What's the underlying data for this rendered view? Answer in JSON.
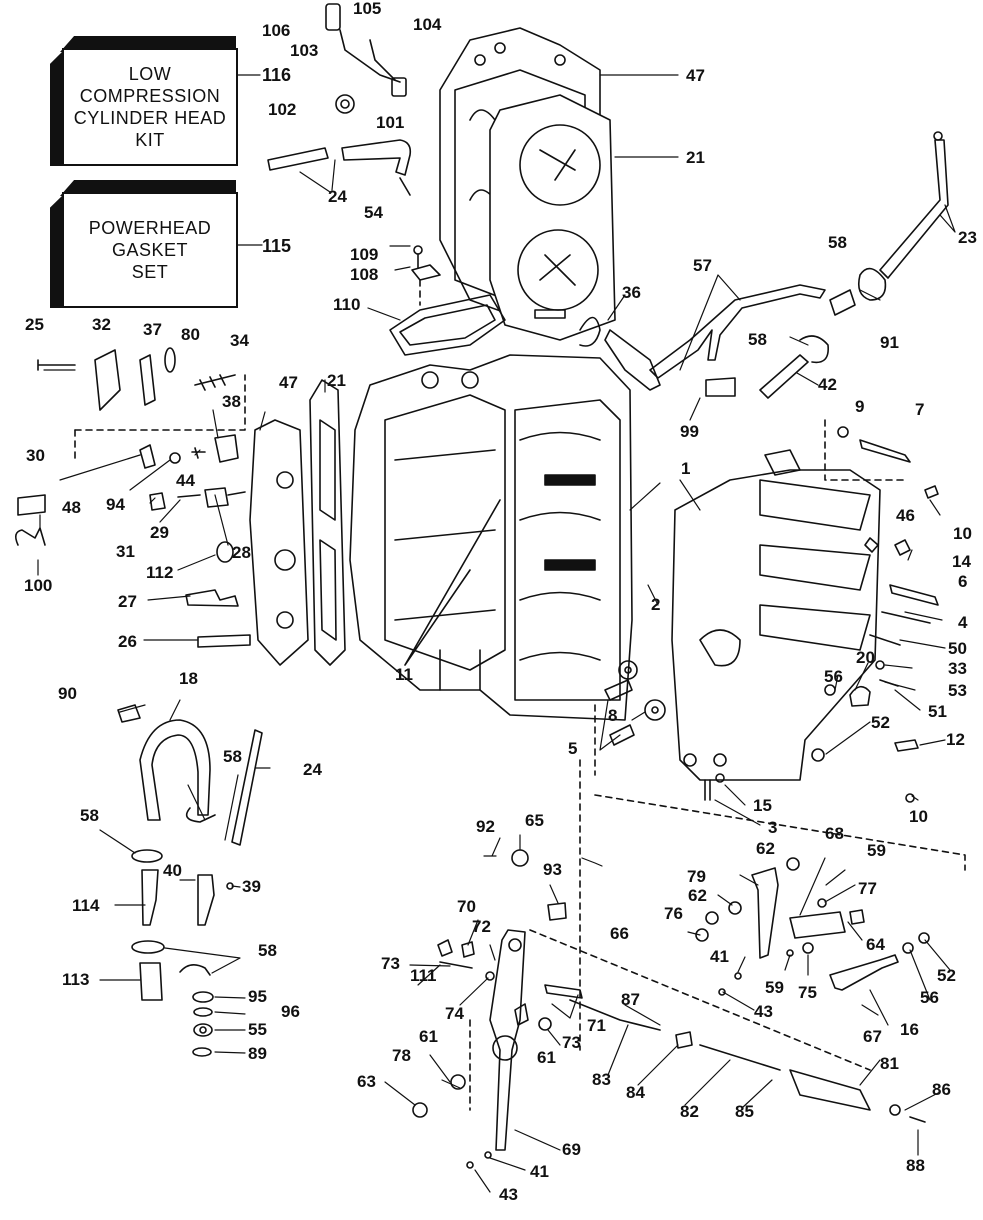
{
  "kits": {
    "low_compression": {
      "lines": [
        "LOW",
        "COMPRESSION",
        "CYLINDER HEAD",
        "KIT"
      ],
      "number": "116"
    },
    "powerhead_gasket": {
      "lines": [
        "POWERHEAD",
        "GASKET",
        "SET"
      ],
      "number": "115"
    }
  },
  "callouts": [
    {
      "id": "c106",
      "text": "106"
    },
    {
      "id": "c105",
      "text": "105"
    },
    {
      "id": "c104",
      "text": "104"
    },
    {
      "id": "c103",
      "text": "103"
    },
    {
      "id": "c102",
      "text": "102"
    },
    {
      "id": "c101",
      "text": "101"
    },
    {
      "id": "c47a",
      "text": "47"
    },
    {
      "id": "c21a",
      "text": "21"
    },
    {
      "id": "c24a",
      "text": "24"
    },
    {
      "id": "c54",
      "text": "54"
    },
    {
      "id": "c23",
      "text": "23"
    },
    {
      "id": "c109",
      "text": "109"
    },
    {
      "id": "c108",
      "text": "108"
    },
    {
      "id": "c110",
      "text": "110"
    },
    {
      "id": "c36",
      "text": "36"
    },
    {
      "id": "c57",
      "text": "57"
    },
    {
      "id": "c58a",
      "text": "58"
    },
    {
      "id": "c58b",
      "text": "58"
    },
    {
      "id": "c91",
      "text": "91"
    },
    {
      "id": "c42",
      "text": "42"
    },
    {
      "id": "c99",
      "text": "99"
    },
    {
      "id": "c25",
      "text": "25"
    },
    {
      "id": "c32",
      "text": "32"
    },
    {
      "id": "c37",
      "text": "37"
    },
    {
      "id": "c80",
      "text": "80"
    },
    {
      "id": "c34",
      "text": "34"
    },
    {
      "id": "c38",
      "text": "38"
    },
    {
      "id": "c47b",
      "text": "47"
    },
    {
      "id": "c21b",
      "text": "21"
    },
    {
      "id": "c30",
      "text": "30"
    },
    {
      "id": "c48",
      "text": "48"
    },
    {
      "id": "c94",
      "text": "94"
    },
    {
      "id": "c44",
      "text": "44"
    },
    {
      "id": "c31",
      "text": "31"
    },
    {
      "id": "c29",
      "text": "29"
    },
    {
      "id": "c28",
      "text": "28"
    },
    {
      "id": "c100",
      "text": "100"
    },
    {
      "id": "c112",
      "text": "112"
    },
    {
      "id": "c27",
      "text": "27"
    },
    {
      "id": "c26",
      "text": "26"
    },
    {
      "id": "c9",
      "text": "9"
    },
    {
      "id": "c7",
      "text": "7"
    },
    {
      "id": "c1",
      "text": "1"
    },
    {
      "id": "c10a",
      "text": "10"
    },
    {
      "id": "c46",
      "text": "46"
    },
    {
      "id": "c14",
      "text": "14"
    },
    {
      "id": "c6",
      "text": "6"
    },
    {
      "id": "c2",
      "text": "2"
    },
    {
      "id": "c4",
      "text": "4"
    },
    {
      "id": "c50",
      "text": "50"
    },
    {
      "id": "c11",
      "text": "11"
    },
    {
      "id": "c20",
      "text": "20"
    },
    {
      "id": "c33",
      "text": "33"
    },
    {
      "id": "c56a",
      "text": "56"
    },
    {
      "id": "c53",
      "text": "53"
    },
    {
      "id": "c51",
      "text": "51"
    },
    {
      "id": "c8",
      "text": "8"
    },
    {
      "id": "c52a",
      "text": "52"
    },
    {
      "id": "c5",
      "text": "5"
    },
    {
      "id": "c12",
      "text": "12"
    },
    {
      "id": "c15",
      "text": "15"
    },
    {
      "id": "c10b",
      "text": "10"
    },
    {
      "id": "c3",
      "text": "3"
    },
    {
      "id": "c90",
      "text": "90"
    },
    {
      "id": "c18",
      "text": "18"
    },
    {
      "id": "c58c",
      "text": "58"
    },
    {
      "id": "c24b",
      "text": "24"
    },
    {
      "id": "c58d",
      "text": "58"
    },
    {
      "id": "c40",
      "text": "40"
    },
    {
      "id": "c39",
      "text": "39"
    },
    {
      "id": "c114",
      "text": "114"
    },
    {
      "id": "c58e",
      "text": "58"
    },
    {
      "id": "c113",
      "text": "113"
    },
    {
      "id": "c95",
      "text": "95"
    },
    {
      "id": "c96",
      "text": "96"
    },
    {
      "id": "c55",
      "text": "55"
    },
    {
      "id": "c89",
      "text": "89"
    },
    {
      "id": "c92",
      "text": "92"
    },
    {
      "id": "c65",
      "text": "65"
    },
    {
      "id": "c93",
      "text": "93"
    },
    {
      "id": "c62a",
      "text": "62"
    },
    {
      "id": "c68",
      "text": "68"
    },
    {
      "id": "c59a",
      "text": "59"
    },
    {
      "id": "c79",
      "text": "79"
    },
    {
      "id": "c62b",
      "text": "62"
    },
    {
      "id": "c77",
      "text": "77"
    },
    {
      "id": "c76",
      "text": "76"
    },
    {
      "id": "c66",
      "text": "66"
    },
    {
      "id": "c70",
      "text": "70"
    },
    {
      "id": "c72",
      "text": "72"
    },
    {
      "id": "c73a",
      "text": "73"
    },
    {
      "id": "c111",
      "text": "111"
    },
    {
      "id": "c74",
      "text": "74"
    },
    {
      "id": "c41a",
      "text": "41"
    },
    {
      "id": "c64",
      "text": "64"
    },
    {
      "id": "c52b",
      "text": "52"
    },
    {
      "id": "c59b",
      "text": "59"
    },
    {
      "id": "c75",
      "text": "75"
    },
    {
      "id": "c56b",
      "text": "56"
    },
    {
      "id": "c43a",
      "text": "43"
    },
    {
      "id": "c87",
      "text": "87"
    },
    {
      "id": "c71",
      "text": "71"
    },
    {
      "id": "c73b",
      "text": "73"
    },
    {
      "id": "c61a",
      "text": "61"
    },
    {
      "id": "c67",
      "text": "67"
    },
    {
      "id": "c16",
      "text": "16"
    },
    {
      "id": "c78",
      "text": "78"
    },
    {
      "id": "c61b",
      "text": "61"
    },
    {
      "id": "c83",
      "text": "83"
    },
    {
      "id": "c84",
      "text": "84"
    },
    {
      "id": "c63",
      "text": "63"
    },
    {
      "id": "c81",
      "text": "81"
    },
    {
      "id": "c82",
      "text": "82"
    },
    {
      "id": "c85",
      "text": "85"
    },
    {
      "id": "c86",
      "text": "86"
    },
    {
      "id": "c69",
      "text": "69"
    },
    {
      "id": "c41b",
      "text": "41"
    },
    {
      "id": "c88",
      "text": "88"
    },
    {
      "id": "c43b",
      "text": "43"
    }
  ]
}
